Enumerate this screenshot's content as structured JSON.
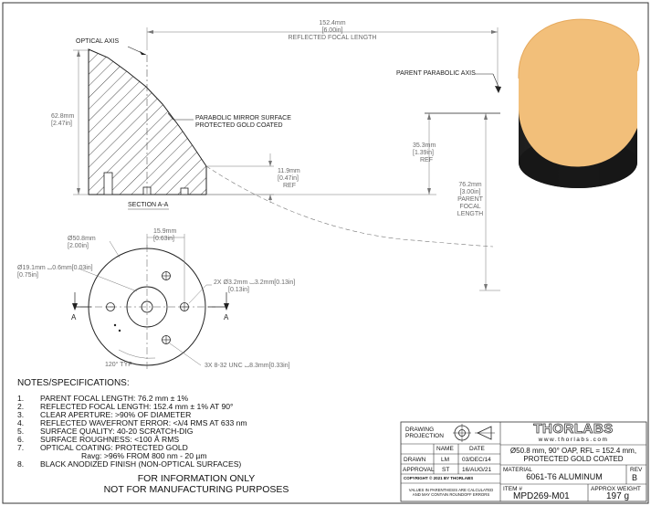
{
  "section_view": {
    "label": "SECTION A-A",
    "optical_axis": "OPTICAL AXIS",
    "parent_parabolic_axis": "PARENT PARABOLIC AXIS",
    "mirror_surface_line1": "PARABOLIC MIRROR SURFACE",
    "mirror_surface_line2": "PROTECTED GOLD COATED",
    "height_mm": "62.8mm",
    "height_in": "[2.47in]",
    "rfl_mm": "152.4mm",
    "rfl_in": "[6.00in]",
    "rfl_label": "REFLECTED FOCAL LENGTH",
    "offset_mm": "11.9mm",
    "offset_in": "[0.47in]",
    "offset_ref": "REF",
    "ref_mm": "35.3mm",
    "ref_in": "[1.39in]",
    "ref_label": "REF",
    "pfl_mm": "76.2mm",
    "pfl_in": "[3.00in]",
    "pfl_l1": "PARENT",
    "pfl_l2": "FOCAL",
    "pfl_l3": "LENGTH"
  },
  "bottom_view": {
    "diameter_mm": "Ø50.8mm",
    "diameter_in": "[2.00in]",
    "offset_mm": "15.9mm",
    "offset_in": "[0.63in]",
    "bore": "Ø19.1mm ⌴0.6mm[0.03in]",
    "bore_in": "[0.75in]",
    "pins": "2X Ø3.2mm ⌴3.2mm[0.13in]",
    "pins_in": "[0.13in]",
    "taps": "3X 8-32 UNC ⌴8.3mm[0.33in]",
    "angle": "120° TYP",
    "a_left": "A",
    "a_right": "A"
  },
  "notes": {
    "title": "NOTES/SPECIFICATIONS:",
    "items": [
      {
        "n": "1.",
        "t": "PARENT FOCAL LENGTH: 76.2 mm ± 1%"
      },
      {
        "n": "2.",
        "t": "REFLECTED FOCAL LENGTH: 152.4 mm ± 1% AT 90°"
      },
      {
        "n": "3.",
        "t": "CLEAR APERTURE: >90% OF DIAMETER"
      },
      {
        "n": "4.",
        "t": "REFLECTED WAVEFRONT ERROR: <λ/4 RMS AT 633 nm"
      },
      {
        "n": "5.",
        "t": "SURFACE QUALITY: 40-20 SCRATCH-DIG"
      },
      {
        "n": "6.",
        "t": "SURFACE ROUGHNESS: <100 Å RMS"
      },
      {
        "n": "7.",
        "t": "OPTICAL COATING: PROTECTED GOLD"
      },
      {
        "n": "",
        "t": "Ravg: >96% FROM 800 nm - 20 µm"
      },
      {
        "n": "8.",
        "t": "BLACK ANODIZED FINISH (NON-OPTICAL SURFACES)"
      }
    ]
  },
  "disclaimer": {
    "line1": "FOR INFORMATION ONLY",
    "line2": "NOT FOR MANUFACTURING PURPOSES"
  },
  "title_block": {
    "drawing_projection_l1": "DRAWING",
    "drawing_projection_l2": "PROJECTION",
    "logo": "THORLABS",
    "website": "www.thorlabs.com",
    "name_header": "NAME",
    "date_header": "DATE",
    "drawn_label": "DRAWN",
    "drawn_name": "LM",
    "drawn_date": "03/DEC/14",
    "approval_label": "APPROVAL",
    "approval_name": "ST",
    "approval_date": "16/AUG/21",
    "copyright": "COPYRIGHT © 2021 BY THORLABS",
    "values_note_l1": "VALUES IN PARENTHESIS ARE CALCULATED",
    "values_note_l2": "AND MAY CONTAIN ROUNDOFF ERRORS",
    "description_l1": "Ø50.8 mm, 90° OAP, RFL = 152.4 mm,",
    "description_l2": "PROTECTED GOLD COATED",
    "material_label": "MATERIAL",
    "material": "6061-T6 ALUMINUM",
    "rev_label": "REV",
    "rev": "B",
    "item_label": "ITEM #",
    "item": "MPD269-M01",
    "weight_label": "APPROX WEIGHT",
    "weight": "197 g"
  },
  "colors": {
    "mirror_face": "#f2bf7a",
    "mirror_body": "#222222",
    "line": "#222222",
    "dim": "#777777"
  }
}
